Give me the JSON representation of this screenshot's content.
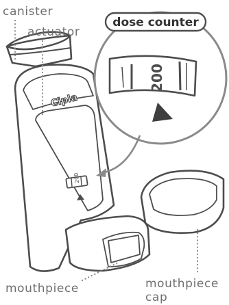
{
  "labels": {
    "canister": "canister",
    "actuator": "actuator",
    "dose_counter": "dose counter",
    "brand": "Cipla",
    "mouthpiece": "mouthpiece",
    "mouthpiece_cap_line1": "mouthpiece",
    "mouthpiece_cap_line2": "cap"
  },
  "counter": {
    "value": "200"
  },
  "icons": [
    "inhaler-canister",
    "inhaler-actuator",
    "dose-counter-window",
    "pointer-arrow",
    "mouthpiece-cap"
  ],
  "colors": {
    "outline": "#4d4d4d",
    "label_text": "#6f6f6f",
    "leader_dots": "#8a8a8a",
    "background": "#ffffff"
  }
}
